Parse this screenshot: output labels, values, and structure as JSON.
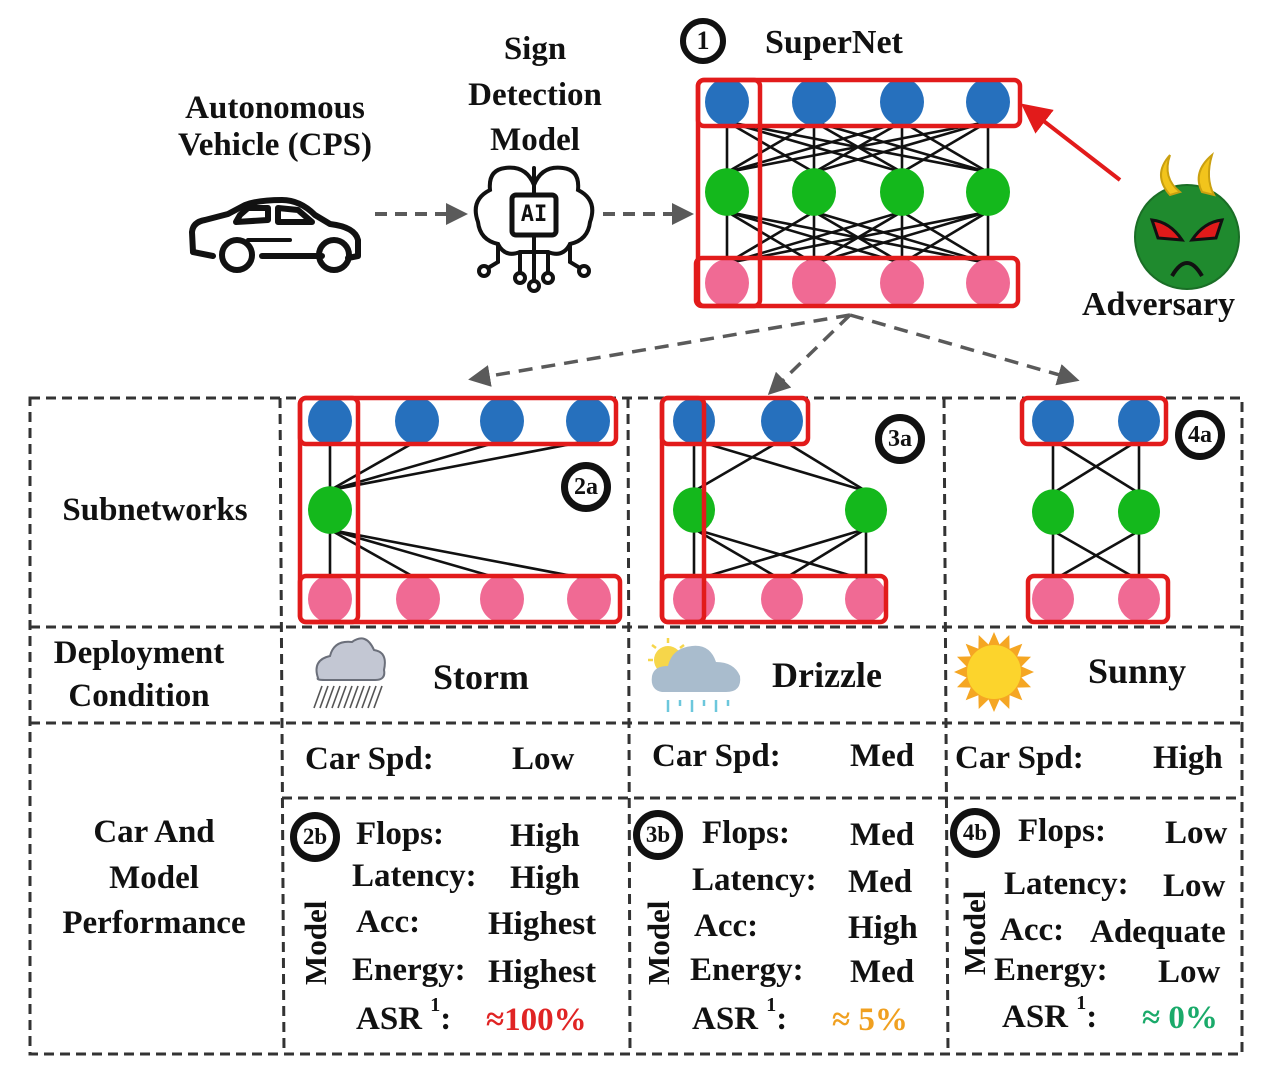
{
  "top": {
    "vehicle_label_line1": "Autonomous",
    "vehicle_label_line2": "Vehicle (CPS)",
    "model_label_line1": "Sign",
    "model_label_line2": "Detection",
    "model_label_line3": "Model",
    "ai_chip_text": "AI",
    "supernet_badge": "1",
    "supernet_title": "SuperNet",
    "adversary_label": "Adversary"
  },
  "colors": {
    "input_node": "#2670bd",
    "hidden_node": "#14b81c",
    "output_node": "#f06a94",
    "highlight_box": "#e21b1b",
    "adversary_face": "#1f8a2e",
    "asr_high": "#e02424",
    "asr_med": "#f0a020",
    "asr_low": "#1aaa6a"
  },
  "table": {
    "row_headers": {
      "subnetworks": "Subnetworks",
      "deployment_line1": "Deployment",
      "deployment_line2": "Condition",
      "perf_line1": "Car And",
      "perf_line2": "Model",
      "perf_line3": "Performance"
    },
    "columns": [
      {
        "subnet_badge": "2a",
        "condition": "Storm",
        "condition_icon": "storm-cloud-icon",
        "car_speed_label": "Car Spd:",
        "car_speed": "Low",
        "model_badge": "2b",
        "model_side_label": "Model",
        "metrics": [
          {
            "label": "Flops:",
            "value": "High"
          },
          {
            "label": "Latency:",
            "value": "High"
          },
          {
            "label": "Acc:",
            "value": "Highest"
          },
          {
            "label": "Energy:",
            "value": "Highest"
          }
        ],
        "asr_label": "ASR",
        "asr_sup": "1",
        "asr_colon": ":",
        "asr_value": "≈100%"
      },
      {
        "subnet_badge": "3a",
        "condition": "Drizzle",
        "condition_icon": "drizzle-cloud-icon",
        "car_speed_label": "Car Spd:",
        "car_speed": "Med",
        "model_badge": "3b",
        "model_side_label": "Model",
        "metrics": [
          {
            "label": "Flops:",
            "value": "Med"
          },
          {
            "label": "Latency:",
            "value": "Med"
          },
          {
            "label": "Acc:",
            "value": "High"
          },
          {
            "label": "Energy:",
            "value": "Med"
          }
        ],
        "asr_label": "ASR",
        "asr_sup": "1",
        "asr_colon": ":",
        "asr_value": "≈ 5%"
      },
      {
        "subnet_badge": "4a",
        "condition": "Sunny",
        "condition_icon": "sun-icon",
        "car_speed_label": "Car Spd:",
        "car_speed": "High",
        "model_badge": "4b",
        "model_side_label": "Model",
        "metrics": [
          {
            "label": "Flops:",
            "value": "Low"
          },
          {
            "label": "Latency:",
            "value": "Low"
          },
          {
            "label": "Acc:",
            "value": "Adequate"
          },
          {
            "label": "Energy:",
            "value": "Low"
          }
        ],
        "asr_label": "ASR",
        "asr_sup": "1",
        "asr_colon": ":",
        "asr_value": "≈ 0%"
      }
    ]
  }
}
